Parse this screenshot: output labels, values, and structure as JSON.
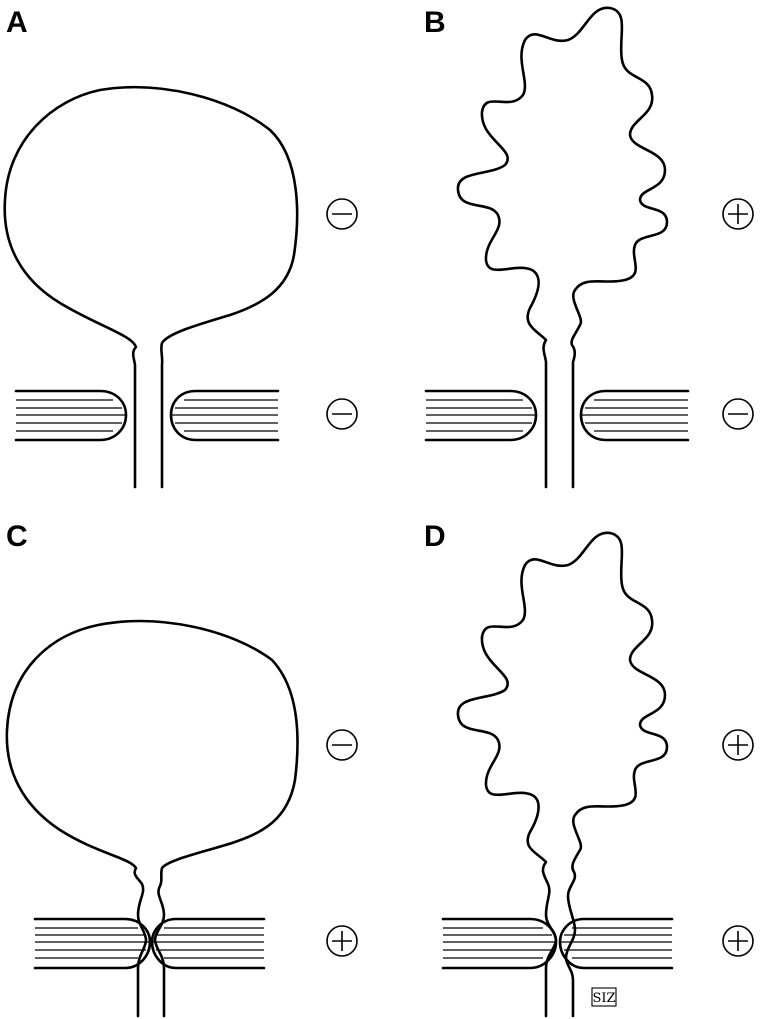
{
  "panels": [
    {
      "label": "A",
      "upper_sign": "minus",
      "lower_sign": "minus",
      "bladder": "smooth",
      "sphincter": "open"
    },
    {
      "label": "B",
      "upper_sign": "plus",
      "lower_sign": "minus",
      "bladder": "contracted",
      "sphincter": "open"
    },
    {
      "label": "C",
      "upper_sign": "minus",
      "lower_sign": "plus",
      "bladder": "smooth",
      "sphincter": "closed"
    },
    {
      "label": "D",
      "upper_sign": "plus",
      "lower_sign": "plus",
      "bladder": "contracted",
      "sphincter": "closed"
    }
  ],
  "signature": "SIZ",
  "colors": {
    "stroke": "#000000",
    "background": "#ffffff"
  }
}
